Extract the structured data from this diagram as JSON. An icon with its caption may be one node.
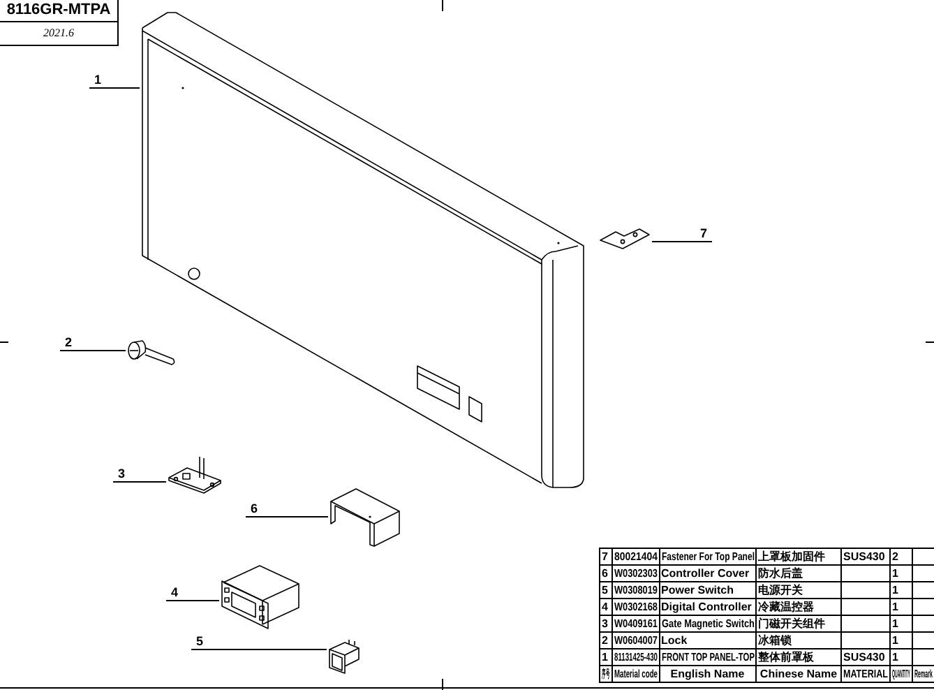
{
  "diagram": {
    "nodes": [
      {
        "text": [
          "1"
        ]
      },
      {
        "text": [
          "7"
        ]
      },
      {
        "text": [
          "2"
        ]
      },
      {
        "text": [
          "3"
        ]
      },
      {
        "text": [
          "6"
        ]
      },
      {
        "text": [
          "4"
        ]
      },
      {
        "text": [
          "5"
        ]
      },
      {
        "text": [],
        "shape": "picture"
      },
      {
        "text": [],
        "shape": "picture"
      },
      {
        "text": [],
        "shape": "picture"
      },
      {
        "text": [],
        "shape": "picture"
      },
      {
        "text": [],
        "shape": "picture"
      },
      {
        "text": [],
        "shape": "picture"
      },
      {
        "text": [],
        "shape": "picture"
      }
    ],
    "edges": [
      {
        "from": 0,
        "to": 7,
        "arrow": "none"
      },
      {
        "from": 1,
        "to": 8,
        "arrow": "none"
      },
      {
        "from": 2,
        "to": 9,
        "arrow": "none"
      },
      {
        "from": 3,
        "to": 10,
        "arrow": "none"
      },
      {
        "from": 4,
        "to": 11,
        "arrow": "none"
      },
      {
        "from": 5,
        "to": 12,
        "arrow": "none"
      },
      {
        "from": 6,
        "to": 13,
        "arrow": "none"
      }
    ],
    "labels": [
      "8116GR-MTPA",
      "2021.6",
      "7",
      "80021404",
      "Fastener For Top Panel",
      "上罩板加固件",
      "SUS430",
      "2",
      "6",
      "W0302303",
      "Controller Cover",
      "防水后盖",
      "1",
      "5",
      "W0308019",
      "Power Switch",
      "电源开关",
      "1",
      "4",
      "W0302168",
      "Digital Controller",
      "冷藏温控器",
      "1",
      "3",
      "W0409161",
      "Gate Magnetic Switch",
      "门磁开关组件",
      "1",
      "2",
      "W0604007",
      "Lock",
      "冰箱锁",
      "1",
      "1",
      "81131425-430",
      "FRONT TOP PANEL-TOP",
      "整体前罩板",
      "SUS430",
      "1",
      "序号",
      "Material code",
      "English Name",
      "Chinese Name",
      "MATERIAL",
      "QUANTITY",
      "Remark"
    ]
  }
}
